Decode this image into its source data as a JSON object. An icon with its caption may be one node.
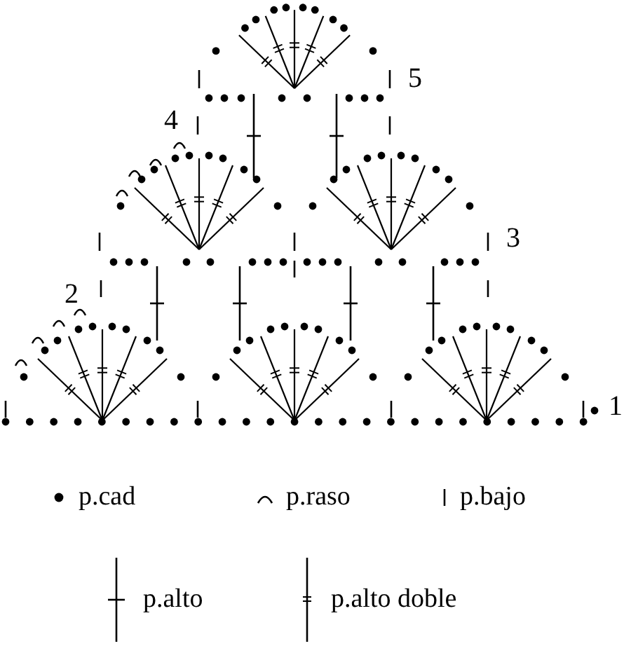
{
  "diagram": {
    "labels": [
      "5",
      "4",
      "3",
      "2",
      "1"
    ],
    "legend": [
      {
        "text": "p.cad"
      },
      {
        "text": "p.raso"
      },
      {
        "text": "p.bajo"
      },
      {
        "text": "p.alto"
      },
      {
        "text": "p.alto doble"
      }
    ]
  }
}
